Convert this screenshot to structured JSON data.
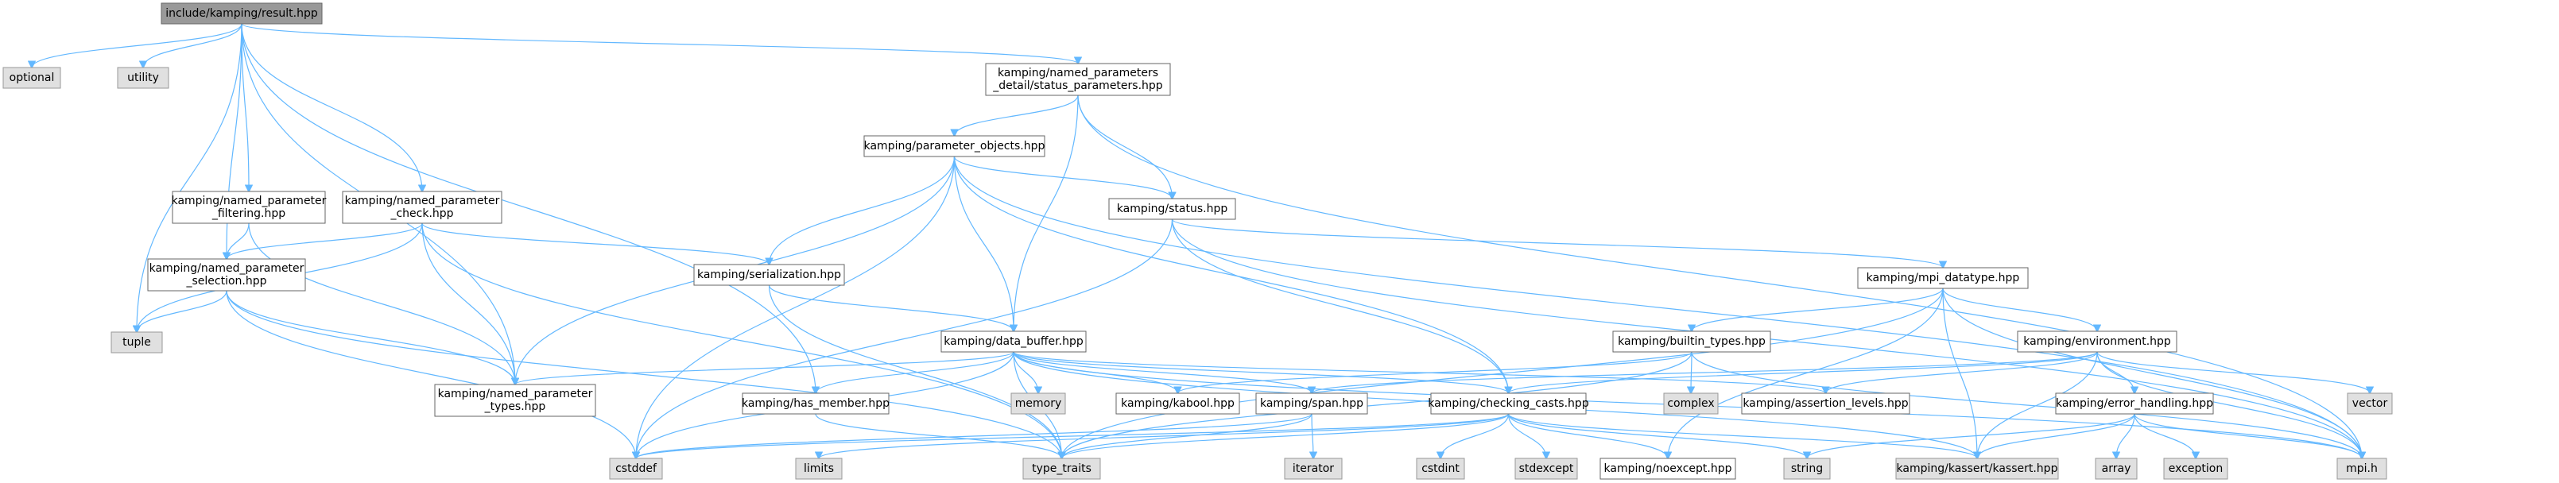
{
  "graph": {
    "root": "include/kamping/result.hpp",
    "nodes": [
      {
        "id": "result",
        "kind": "root",
        "lines": [
          "include/kamping/result.hpp"
        ]
      },
      {
        "id": "optional",
        "kind": "system",
        "lines": [
          "optional"
        ]
      },
      {
        "id": "utility",
        "kind": "system",
        "lines": [
          "utility"
        ]
      },
      {
        "id": "status_parameters",
        "kind": "file",
        "lines": [
          "kamping/named_parameters",
          "_detail/status_parameters.hpp"
        ]
      },
      {
        "id": "parameter_objects",
        "kind": "file",
        "lines": [
          "kamping/parameter_objects.hpp"
        ]
      },
      {
        "id": "np_filtering",
        "kind": "file",
        "lines": [
          "kamping/named_parameter",
          "_filtering.hpp"
        ]
      },
      {
        "id": "np_check",
        "kind": "file",
        "lines": [
          "kamping/named_parameter",
          "_check.hpp"
        ]
      },
      {
        "id": "status",
        "kind": "file",
        "lines": [
          "kamping/status.hpp"
        ]
      },
      {
        "id": "serialization",
        "kind": "file",
        "lines": [
          "kamping/serialization.hpp"
        ]
      },
      {
        "id": "np_selection",
        "kind": "file",
        "lines": [
          "kamping/named_parameter",
          "_selection.hpp"
        ]
      },
      {
        "id": "mpi_datatype",
        "kind": "file",
        "lines": [
          "kamping/mpi_datatype.hpp"
        ]
      },
      {
        "id": "tuple",
        "kind": "system",
        "lines": [
          "tuple"
        ]
      },
      {
        "id": "data_buffer",
        "kind": "file",
        "lines": [
          "kamping/data_buffer.hpp"
        ]
      },
      {
        "id": "builtin_types",
        "kind": "file",
        "lines": [
          "kamping/builtin_types.hpp"
        ]
      },
      {
        "id": "environment",
        "kind": "file",
        "lines": [
          "kamping/environment.hpp"
        ]
      },
      {
        "id": "np_types",
        "kind": "file",
        "lines": [
          "kamping/named_parameter",
          "_types.hpp"
        ]
      },
      {
        "id": "has_member",
        "kind": "file",
        "lines": [
          "kamping/has_member.hpp"
        ]
      },
      {
        "id": "memory",
        "kind": "system",
        "lines": [
          "memory"
        ]
      },
      {
        "id": "kabool",
        "kind": "file",
        "lines": [
          "kamping/kabool.hpp"
        ]
      },
      {
        "id": "span",
        "kind": "file",
        "lines": [
          "kamping/span.hpp"
        ]
      },
      {
        "id": "checking_casts",
        "kind": "file",
        "lines": [
          "kamping/checking_casts.hpp"
        ]
      },
      {
        "id": "complex",
        "kind": "system",
        "lines": [
          "complex"
        ]
      },
      {
        "id": "assertion_levels",
        "kind": "file",
        "lines": [
          "kamping/assertion_levels.hpp"
        ]
      },
      {
        "id": "error_handling",
        "kind": "file",
        "lines": [
          "kamping/error_handling.hpp"
        ]
      },
      {
        "id": "vector",
        "kind": "system",
        "lines": [
          "vector"
        ]
      },
      {
        "id": "cstddef",
        "kind": "system",
        "lines": [
          "cstddef"
        ]
      },
      {
        "id": "limits",
        "kind": "system",
        "lines": [
          "limits"
        ]
      },
      {
        "id": "type_traits",
        "kind": "system",
        "lines": [
          "type_traits"
        ]
      },
      {
        "id": "iterator",
        "kind": "system",
        "lines": [
          "iterator"
        ]
      },
      {
        "id": "cstdint",
        "kind": "system",
        "lines": [
          "cstdint"
        ]
      },
      {
        "id": "stdexcept",
        "kind": "system",
        "lines": [
          "stdexcept"
        ]
      },
      {
        "id": "noexcept",
        "kind": "file",
        "lines": [
          "kamping/noexcept.hpp"
        ]
      },
      {
        "id": "string",
        "kind": "system",
        "lines": [
          "string"
        ]
      },
      {
        "id": "kassert",
        "kind": "system",
        "lines": [
          "kamping/kassert/kassert.hpp"
        ]
      },
      {
        "id": "array",
        "kind": "system",
        "lines": [
          "array"
        ]
      },
      {
        "id": "exception",
        "kind": "system",
        "lines": [
          "exception"
        ]
      },
      {
        "id": "mpi_h",
        "kind": "system",
        "lines": [
          "mpi.h"
        ]
      }
    ],
    "edges": [
      [
        "result",
        "optional"
      ],
      [
        "result",
        "utility"
      ],
      [
        "result",
        "tuple"
      ],
      [
        "result",
        "status_parameters"
      ],
      [
        "result",
        "np_filtering"
      ],
      [
        "result",
        "np_check"
      ],
      [
        "result",
        "np_selection"
      ],
      [
        "result",
        "np_types"
      ],
      [
        "result",
        "has_member"
      ],
      [
        "status_parameters",
        "parameter_objects"
      ],
      [
        "status_parameters",
        "status"
      ],
      [
        "status_parameters",
        "data_buffer"
      ],
      [
        "status_parameters",
        "mpi_h"
      ],
      [
        "parameter_objects",
        "status"
      ],
      [
        "parameter_objects",
        "serialization"
      ],
      [
        "parameter_objects",
        "data_buffer"
      ],
      [
        "parameter_objects",
        "np_types"
      ],
      [
        "parameter_objects",
        "checking_casts"
      ],
      [
        "parameter_objects",
        "cstddef"
      ],
      [
        "parameter_objects",
        "mpi_h"
      ],
      [
        "np_filtering",
        "np_selection"
      ],
      [
        "np_filtering",
        "np_types"
      ],
      [
        "np_check",
        "tuple"
      ],
      [
        "np_check",
        "np_selection"
      ],
      [
        "np_check",
        "np_types"
      ],
      [
        "np_check",
        "serialization"
      ],
      [
        "np_check",
        "type_traits"
      ],
      [
        "np_selection",
        "tuple"
      ],
      [
        "np_selection",
        "np_types"
      ],
      [
        "np_selection",
        "cstddef"
      ],
      [
        "np_selection",
        "type_traits"
      ],
      [
        "status",
        "checking_casts"
      ],
      [
        "status",
        "mpi_datatype"
      ],
      [
        "status",
        "cstddef"
      ],
      [
        "status",
        "mpi_h"
      ],
      [
        "serialization",
        "data_buffer"
      ],
      [
        "serialization",
        "type_traits"
      ],
      [
        "mpi_datatype",
        "builtin_types"
      ],
      [
        "mpi_datatype",
        "environment"
      ],
      [
        "mpi_datatype",
        "type_traits"
      ],
      [
        "mpi_datatype",
        "noexcept"
      ],
      [
        "mpi_datatype",
        "kassert"
      ],
      [
        "mpi_datatype",
        "mpi_h"
      ],
      [
        "data_buffer",
        "np_types"
      ],
      [
        "data_buffer",
        "has_member"
      ],
      [
        "data_buffer",
        "memory"
      ],
      [
        "data_buffer",
        "kabool"
      ],
      [
        "data_buffer",
        "span"
      ],
      [
        "data_buffer",
        "checking_casts"
      ],
      [
        "data_buffer",
        "cstddef"
      ],
      [
        "data_buffer",
        "type_traits"
      ],
      [
        "data_buffer",
        "kassert"
      ],
      [
        "data_buffer",
        "mpi_h"
      ],
      [
        "data_buffer",
        "assertion_levels"
      ],
      [
        "builtin_types",
        "complex"
      ],
      [
        "builtin_types",
        "kabool"
      ],
      [
        "builtin_types",
        "type_traits"
      ],
      [
        "builtin_types",
        "mpi_h"
      ],
      [
        "environment",
        "checking_casts"
      ],
      [
        "environment",
        "span"
      ],
      [
        "environment",
        "assertion_levels"
      ],
      [
        "environment",
        "error_handling"
      ],
      [
        "environment",
        "vector"
      ],
      [
        "environment",
        "kassert"
      ],
      [
        "environment",
        "mpi_h"
      ],
      [
        "has_member",
        "type_traits"
      ],
      [
        "span",
        "cstddef"
      ],
      [
        "span",
        "iterator"
      ],
      [
        "span",
        "type_traits"
      ],
      [
        "checking_casts",
        "cstddef"
      ],
      [
        "checking_casts",
        "limits"
      ],
      [
        "checking_casts",
        "type_traits"
      ],
      [
        "checking_casts",
        "cstdint"
      ],
      [
        "checking_casts",
        "stdexcept"
      ],
      [
        "checking_casts",
        "noexcept"
      ],
      [
        "checking_casts",
        "string"
      ],
      [
        "checking_casts",
        "kassert"
      ],
      [
        "error_handling",
        "string"
      ],
      [
        "error_handling",
        "kassert"
      ],
      [
        "error_handling",
        "array"
      ],
      [
        "error_handling",
        "exception"
      ],
      [
        "error_handling",
        "mpi_h"
      ]
    ]
  }
}
